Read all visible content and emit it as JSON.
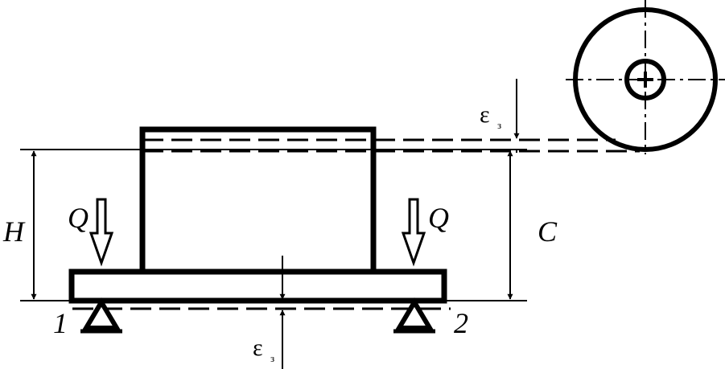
{
  "labels": {
    "height": "H",
    "load_left": "Q",
    "load_right": "Q",
    "distance": "C",
    "support_left": "1",
    "support_right": "2",
    "gap_top_symbol": "ε",
    "gap_top_sub": "з",
    "gap_bottom_symbol": "ε",
    "gap_bottom_sub": "з"
  }
}
